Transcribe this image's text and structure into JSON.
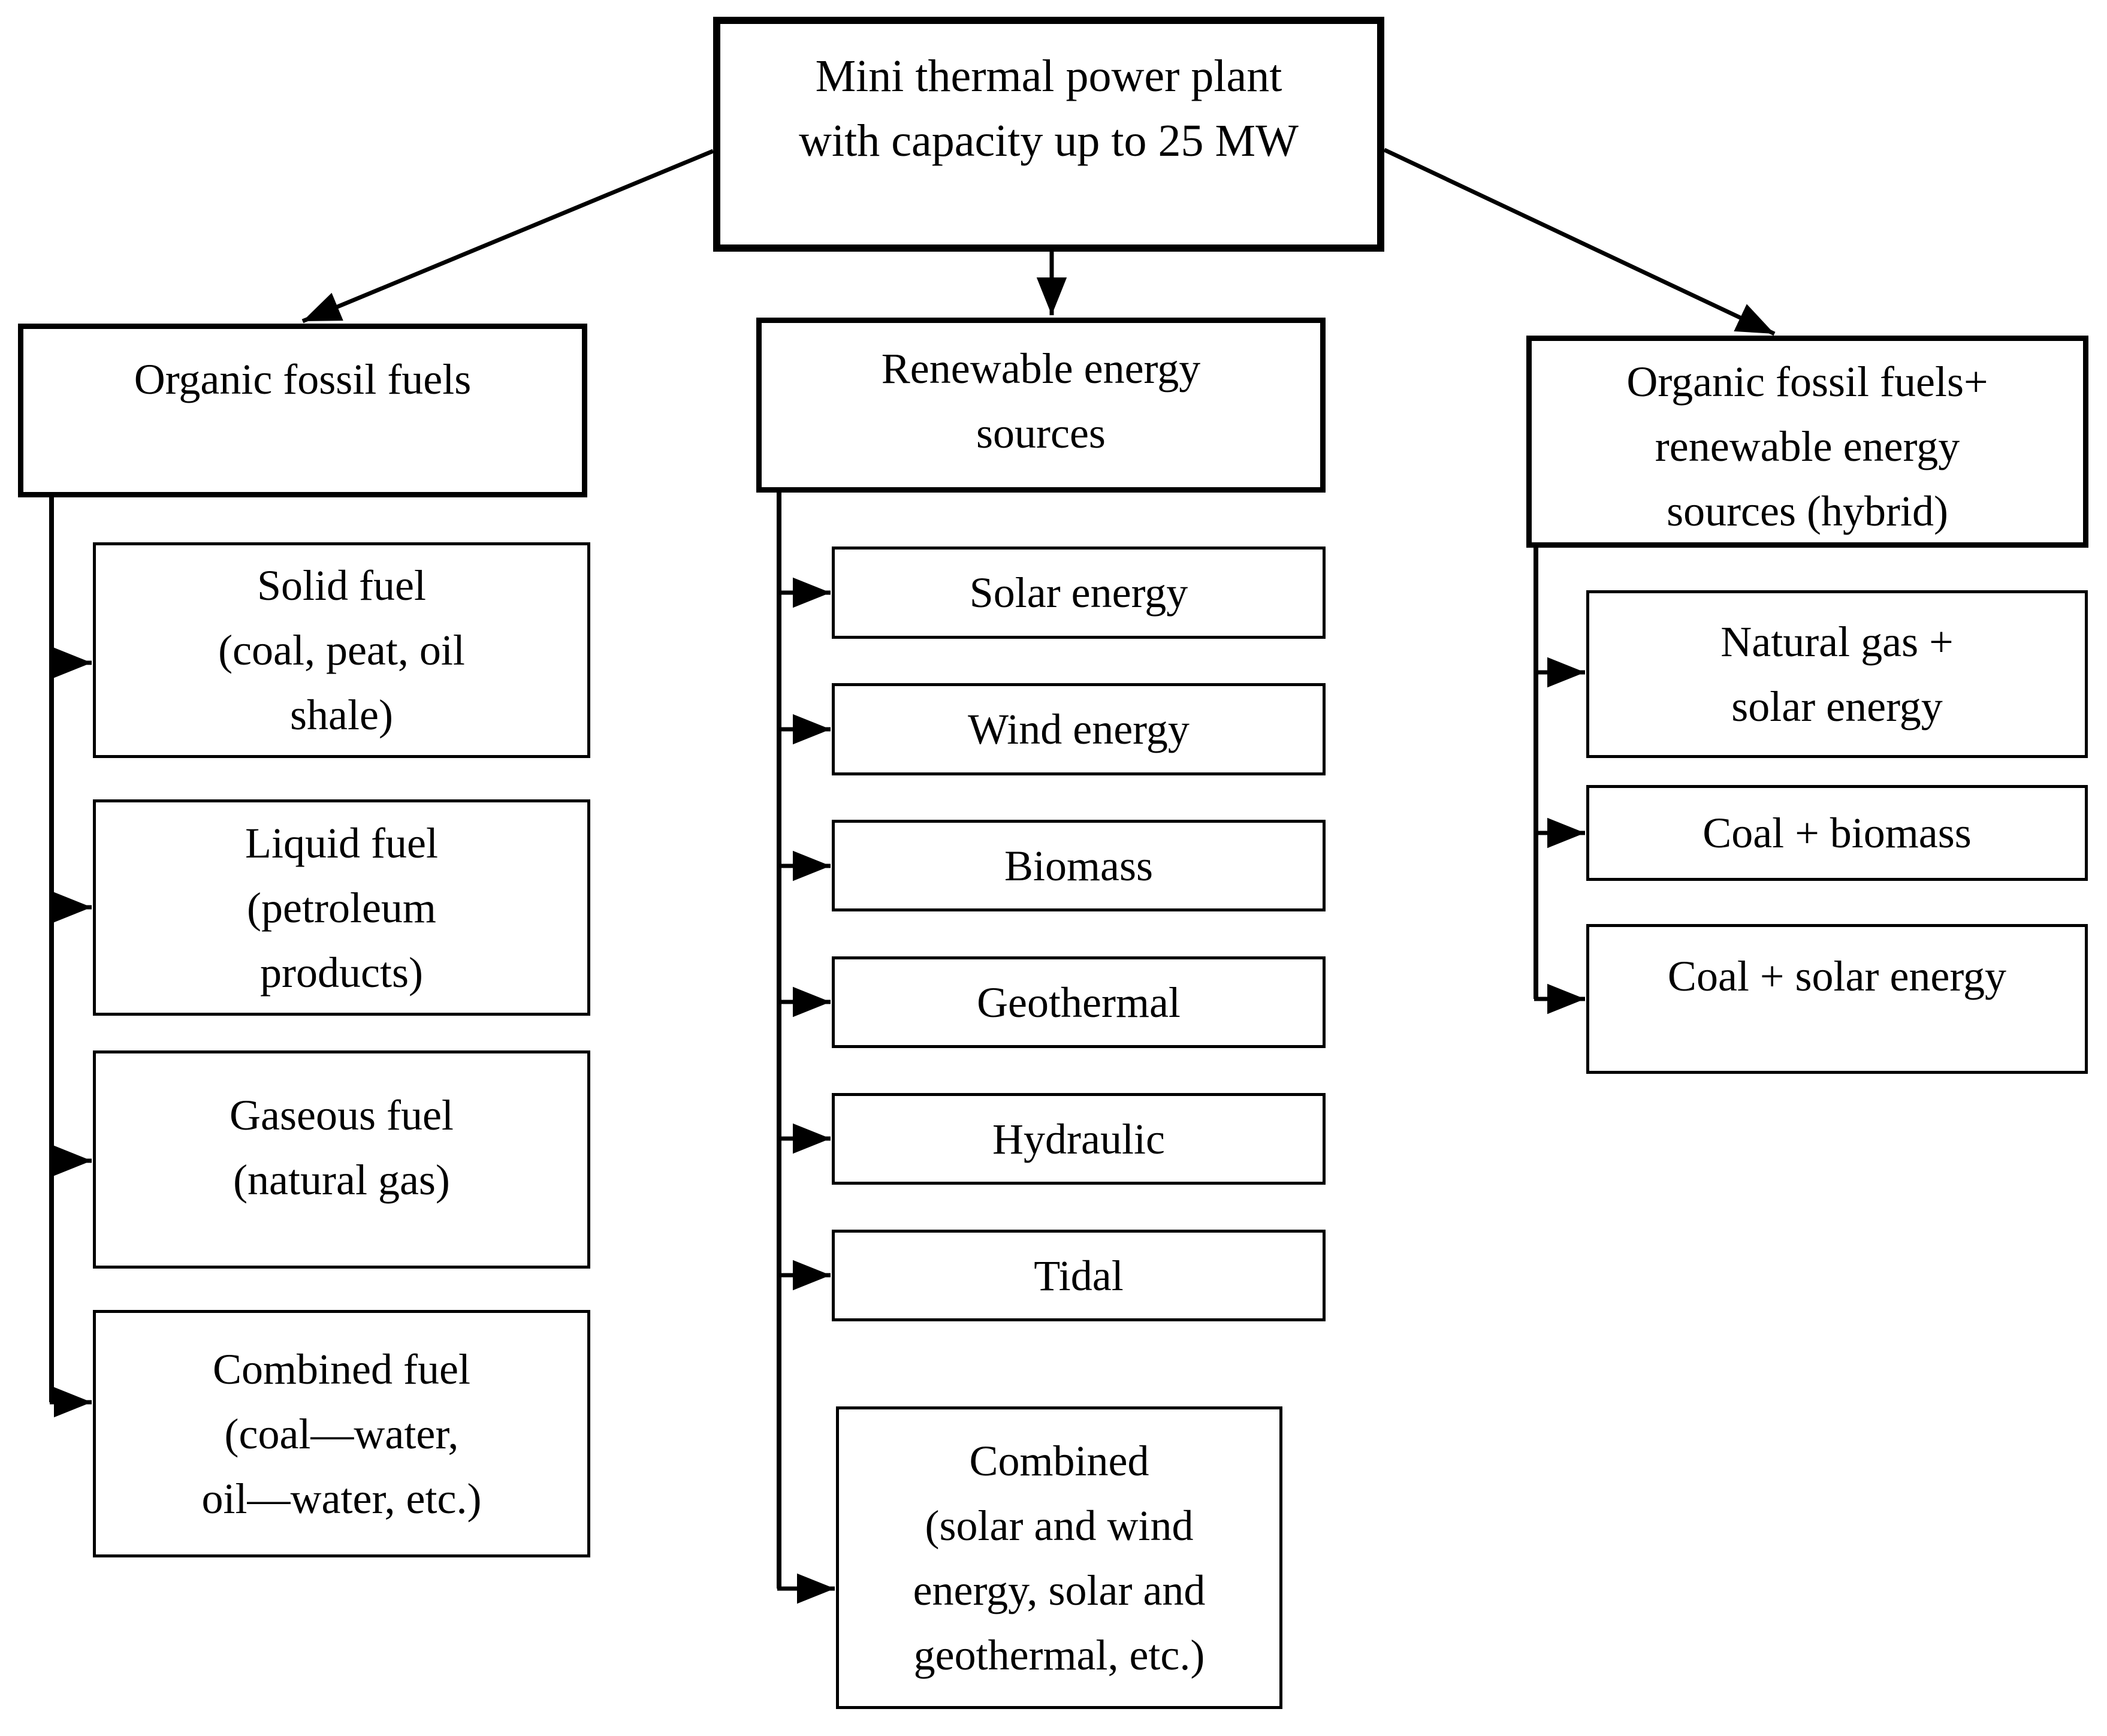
{
  "root": {
    "label": "Mini thermal power plant\nwith capacity up to 25 MW"
  },
  "columns": [
    {
      "header": "Organic fossil fuels",
      "items": [
        "Solid fuel\n(coal, peat, oil\nshale)",
        "Liquid fuel\n(petroleum\nproducts)",
        "Gaseous fuel\n(natural gas)",
        "Combined fuel\n(coal—water,\noil—water, etc.)"
      ]
    },
    {
      "header": "Renewable energy\nsources",
      "items": [
        "Solar energy",
        "Wind energy",
        "Biomass",
        "Geothermal",
        "Hydraulic",
        "Tidal",
        "Combined\n(solar and wind\nenergy, solar and\ngeothermal, etc.)"
      ]
    },
    {
      "header": "Organic fossil fuels+\nrenewable energy\nsources (hybrid)",
      "items": [
        "Natural gas +\nsolar energy",
        "Coal + biomass",
        "Coal + solar energy"
      ]
    }
  ]
}
